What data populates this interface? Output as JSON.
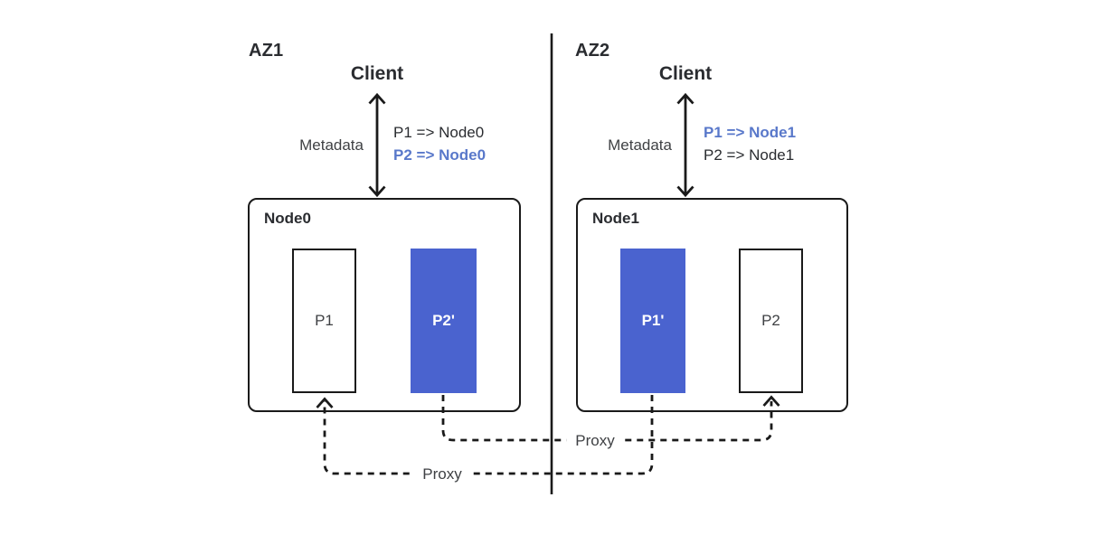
{
  "diagram": {
    "title_hint": "Availability-zone partition proxy diagram",
    "zones": [
      {
        "label": "AZ1",
        "client_label": "Client",
        "metadata_label": "Metadata",
        "mappings": [
          {
            "text": "P1 => Node0",
            "highlighted": false
          },
          {
            "text": "P2 => Node0",
            "highlighted": true
          }
        ],
        "node": {
          "label": "Node0",
          "partitions": [
            {
              "label": "P1",
              "style": "outline"
            },
            {
              "label": "P2'",
              "style": "filled"
            }
          ]
        }
      },
      {
        "label": "AZ2",
        "client_label": "Client",
        "metadata_label": "Metadata",
        "mappings": [
          {
            "text": "P1 => Node1",
            "highlighted": true
          },
          {
            "text": "P2 => Node1",
            "highlighted": false
          }
        ],
        "node": {
          "label": "Node1",
          "partitions": [
            {
              "label": "P1'",
              "style": "filled"
            },
            {
              "label": "P2",
              "style": "outline"
            }
          ]
        }
      }
    ],
    "proxy_links": [
      {
        "label": "Proxy",
        "from": "P2'",
        "to": "P2"
      },
      {
        "label": "Proxy",
        "from": "P1'",
        "to": "P1"
      }
    ],
    "colors": {
      "line": "#1a1a1a",
      "text_dark": "#2a2c30",
      "text_gray": "#3f4144",
      "replica_fill": "#4a63cf",
      "highlight_text": "#5978ca"
    }
  }
}
